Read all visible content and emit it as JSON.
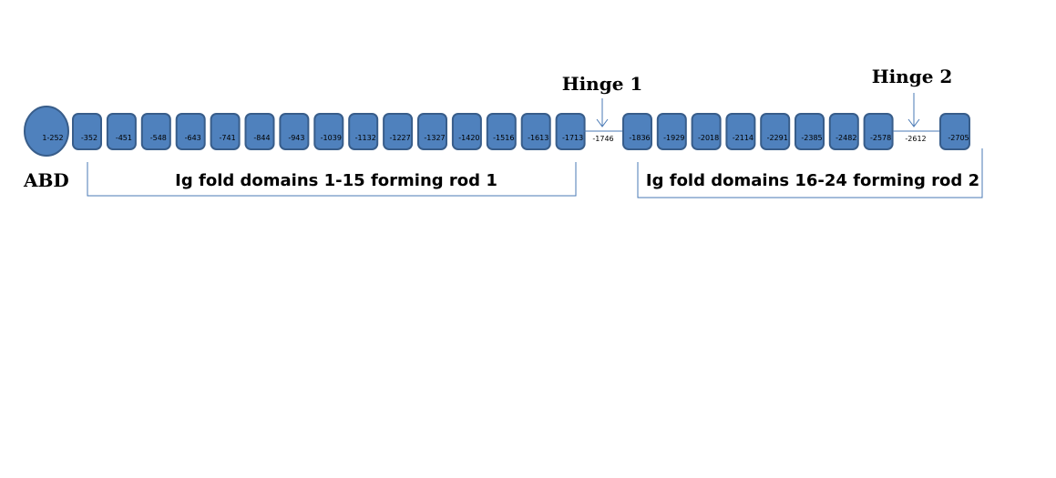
{
  "colors": {
    "domain_fill": "#4f81bd",
    "domain_stroke": "#385d8a",
    "line": "#4a7ab5",
    "text": "#000000"
  },
  "abd": {
    "domain_label": "1-252",
    "label": "ABD"
  },
  "rod1": {
    "domains": [
      "-352",
      "-451",
      "-548",
      "-643",
      "-741",
      "-844",
      "-943",
      "-1039",
      "-1132",
      "-1227",
      "-1327",
      "-1420",
      "-1516",
      "-1613",
      "-1713"
    ],
    "label": "Ig fold domains 1-15 forming rod 1"
  },
  "hinge1": {
    "label": "Hinge 1",
    "linker_label": "-1746"
  },
  "rod2": {
    "domains": [
      "-1836",
      "-1929",
      "-2018",
      "-2114",
      "-2291",
      "-2385",
      "-2482",
      "-2578"
    ],
    "label": "Ig fold domains 16-24 forming rod 2"
  },
  "hinge2": {
    "label": "Hinge 2",
    "linker_label": "-2612"
  },
  "final_domain": {
    "label": "-2705"
  }
}
